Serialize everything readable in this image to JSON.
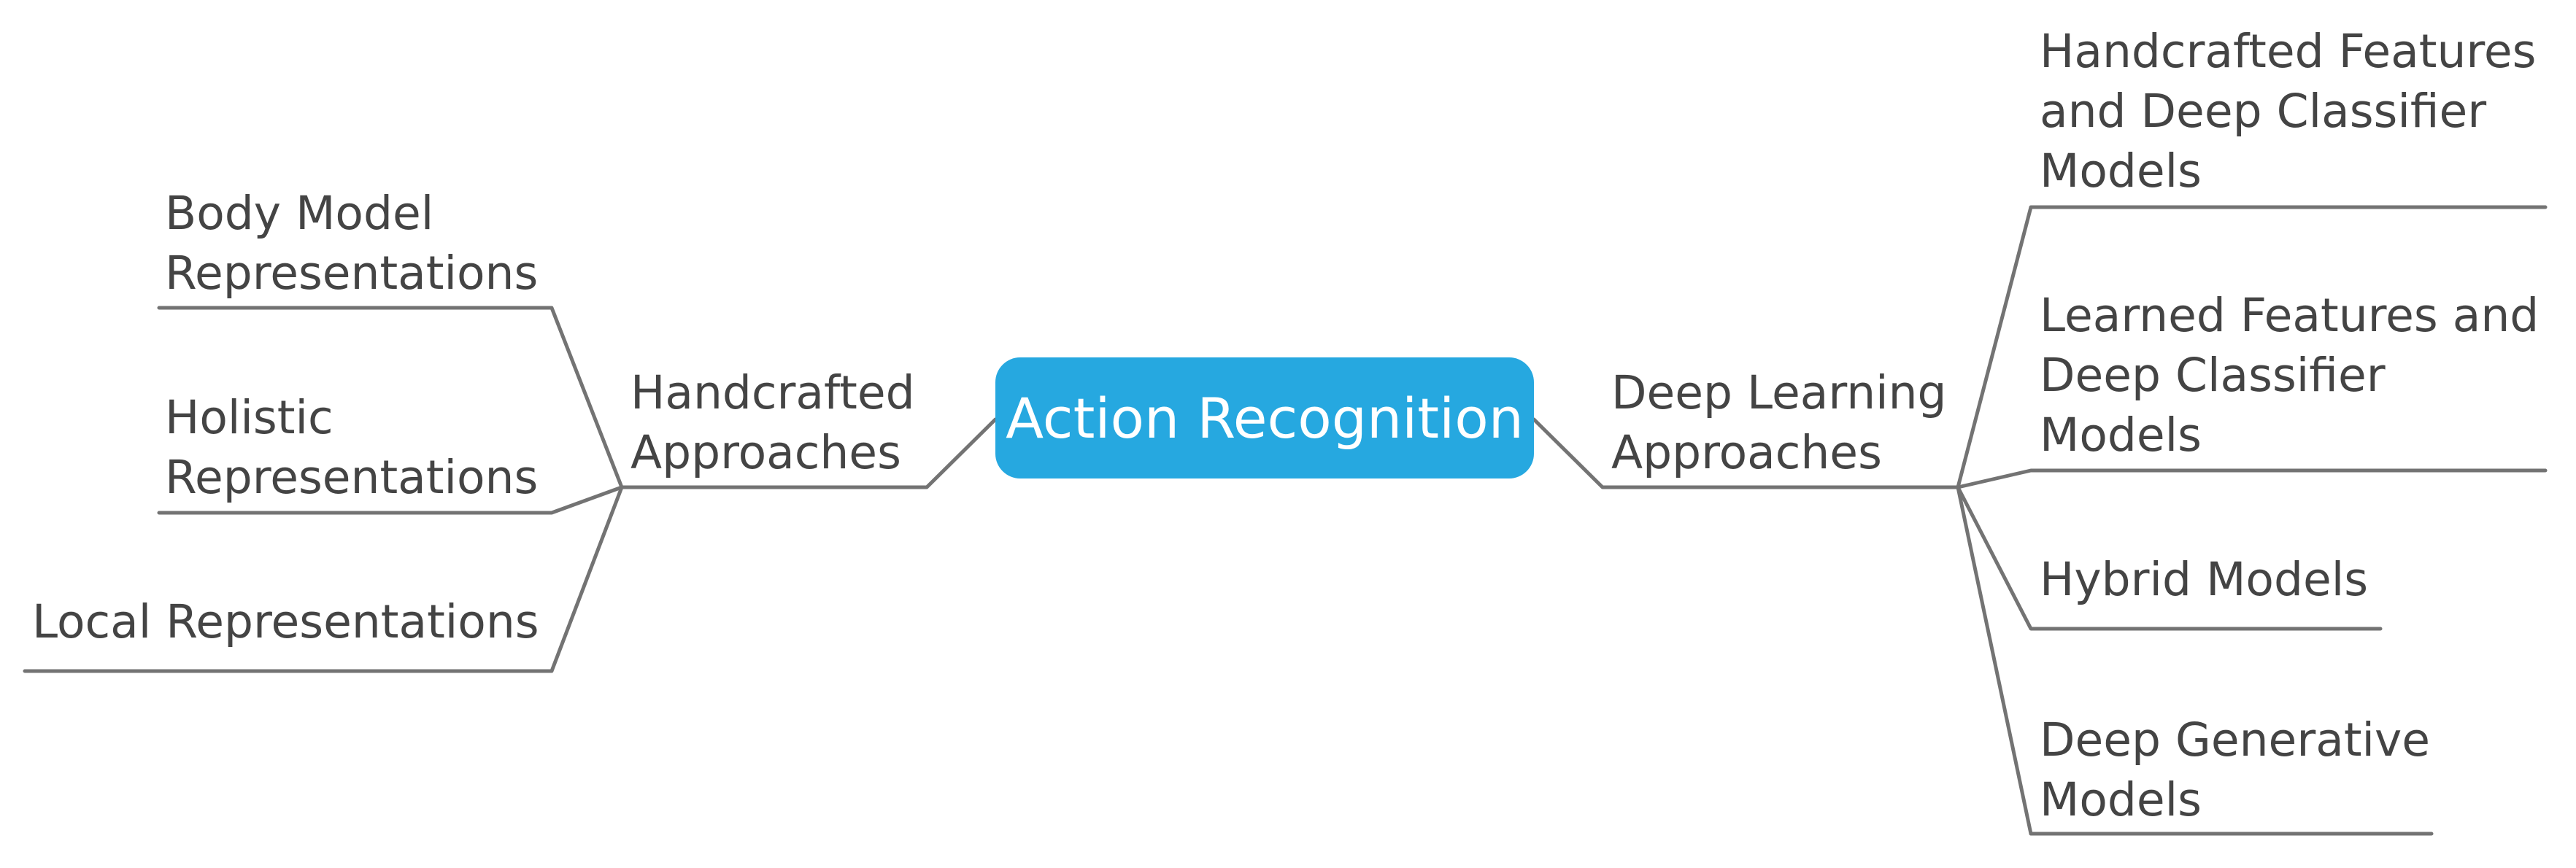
{
  "mindmap": {
    "accent_color": "#26a8e0",
    "line_color": "#737373",
    "text_color": "#444444",
    "root": "Action Recognition",
    "left_branch": {
      "label": "Handcrafted\nApproaches",
      "children": [
        "Body Model\nRepresentations",
        "Holistic\nRepresentations",
        "Local Representations"
      ]
    },
    "right_branch": {
      "label": "Deep Learning\nApproaches",
      "children": [
        "Handcrafted Features\nand Deep Classifier\nModels",
        "Learned Features and\nDeep Classifier\nModels",
        "Hybrid Models",
        "Deep Generative\nModels"
      ]
    }
  }
}
